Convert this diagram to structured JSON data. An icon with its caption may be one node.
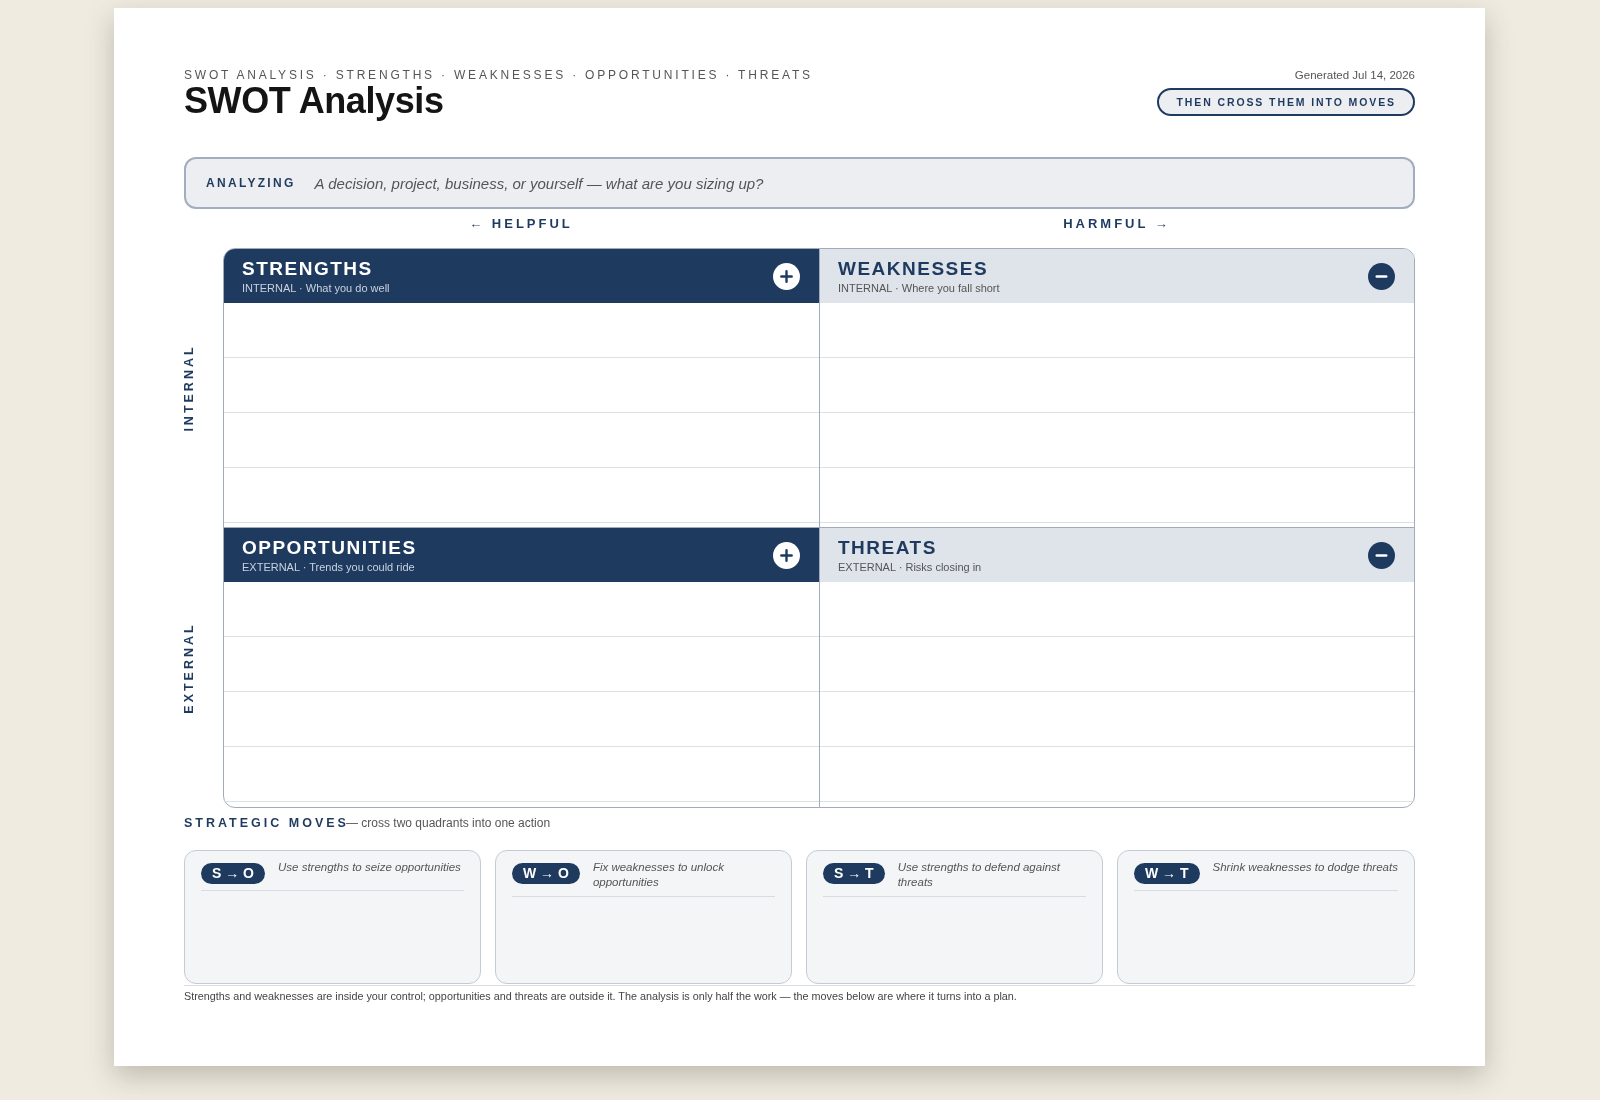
{
  "diagram": {
    "title": "SWOT Analysis",
    "nodes": [
      {
        "text": [
          "THEN CROSS THEM INTO MOVES"
        ]
      },
      {
        "text": [
          "ANALYZING",
          "A decision, project, business, or yourself — what are you sizing up?"
        ]
      },
      {
        "text": [
          "STRENGTHS",
          "INTERNAL · What you do well"
        ]
      },
      {
        "text": [
          "WEAKNESSES",
          "INTERNAL · Where you fall short"
        ]
      },
      {
        "text": [
          "OPPORTUNITIES",
          "EXTERNAL · Trends you could ride"
        ]
      },
      {
        "text": [
          "THREATS",
          "EXTERNAL · Risks closing in"
        ]
      },
      {
        "text": [
          "Use strengths to seize opportunities"
        ]
      },
      {
        "text": [
          "S → O"
        ],
        "in": 6
      },
      {
        "text": [
          "Fix weaknesses to unlock opportunities"
        ]
      },
      {
        "text": [
          "W → O"
        ],
        "in": 8
      },
      {
        "text": [
          "Use strengths to defend against threats"
        ]
      },
      {
        "text": [
          "S → T"
        ],
        "in": 10
      },
      {
        "text": [
          "Shrink weaknesses to dodge threats"
        ]
      },
      {
        "text": [
          "W → T"
        ],
        "in": 12
      }
    ],
    "labels": [
      "SWOT ANALYSIS · STRENGTHS · WEAKNESSES · OPPORTUNITIES · THREATS",
      "Generated Jul 14, 2026",
      "← HELPFUL",
      "HARMFUL →",
      "INTERNAL",
      "EXTERNAL",
      "STRATEGIC MOVES",
      "— cross two quadrants into one action",
      "Strengths and weaknesses are inside your control; opportunities and threats are outside it. The analysis is only half the work — the moves below are where it turns into a plan."
    ]
  }
}
